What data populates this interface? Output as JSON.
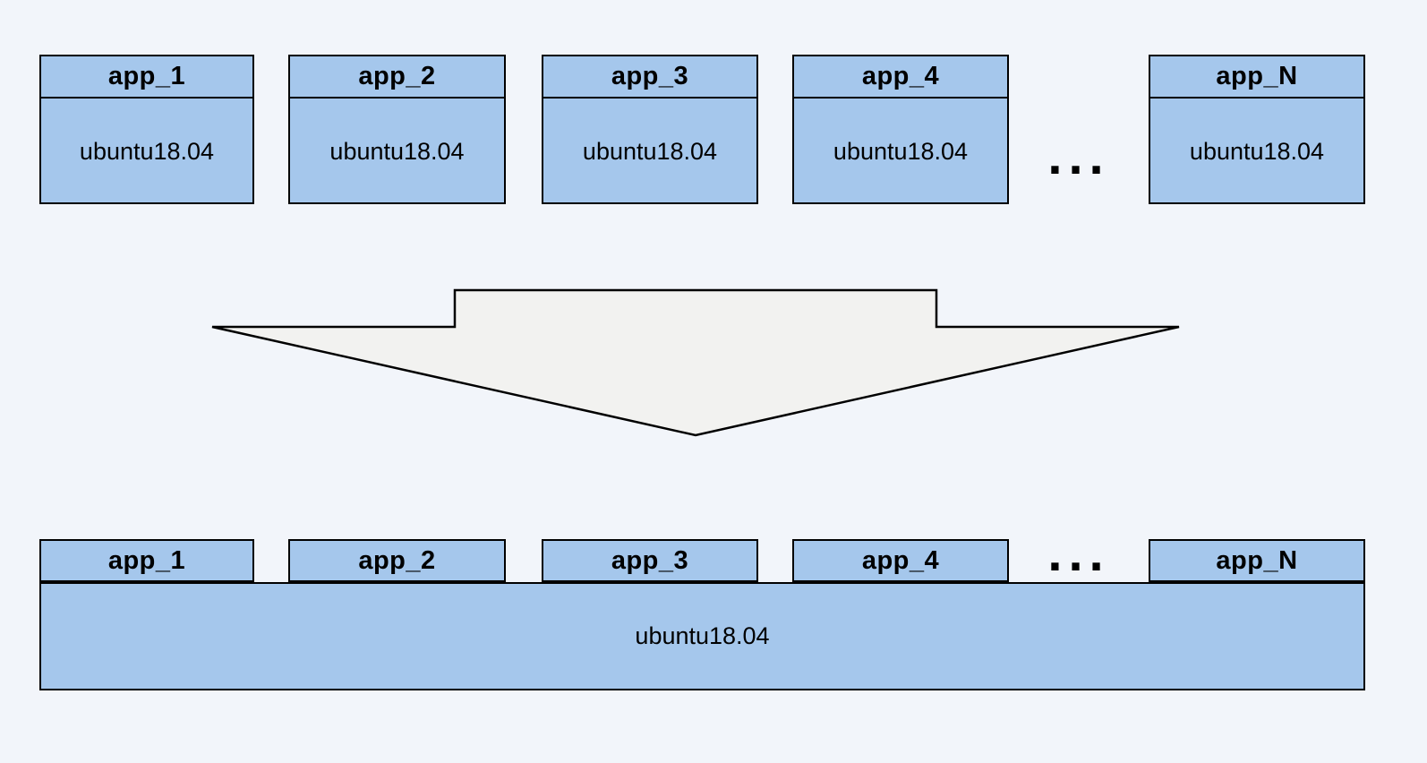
{
  "diagram": {
    "top_row": {
      "boxes": [
        {
          "name": "app_1",
          "os": "ubuntu18.04"
        },
        {
          "name": "app_2",
          "os": "ubuntu18.04"
        },
        {
          "name": "app_3",
          "os": "ubuntu18.04"
        },
        {
          "name": "app_4",
          "os": "ubuntu18.04"
        },
        {
          "name": "app_N",
          "os": "ubuntu18.04"
        }
      ],
      "ellipsis": "..."
    },
    "bottom_row": {
      "apps": [
        "app_1",
        "app_2",
        "app_3",
        "app_4",
        "app_N"
      ],
      "ellipsis": "...",
      "os": "ubuntu18.04"
    },
    "colors": {
      "box_fill": "#a5c7ec",
      "box_border": "#000000",
      "arrow_fill": "#f2f2f0",
      "arrow_border": "#000000",
      "background": "#f2f5fa"
    }
  }
}
